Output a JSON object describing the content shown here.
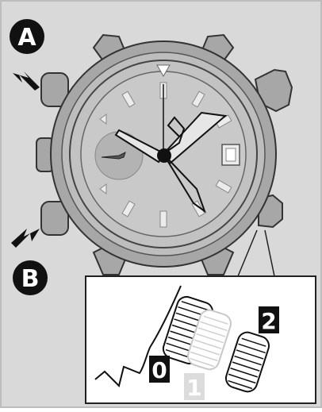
{
  "callouts": {
    "a": "A",
    "b": "B"
  },
  "crown_positions": {
    "p0": "0",
    "p1": "1",
    "p2": "2"
  },
  "colors": {
    "background": "#d9d9d9",
    "case": "#a7a7a7",
    "dial": "#c9c9c9",
    "outline": "#1a1a1a",
    "callout_bg": "#111111",
    "callout_text": "#ffffff",
    "ghost_crown": "#dcdcdc"
  }
}
